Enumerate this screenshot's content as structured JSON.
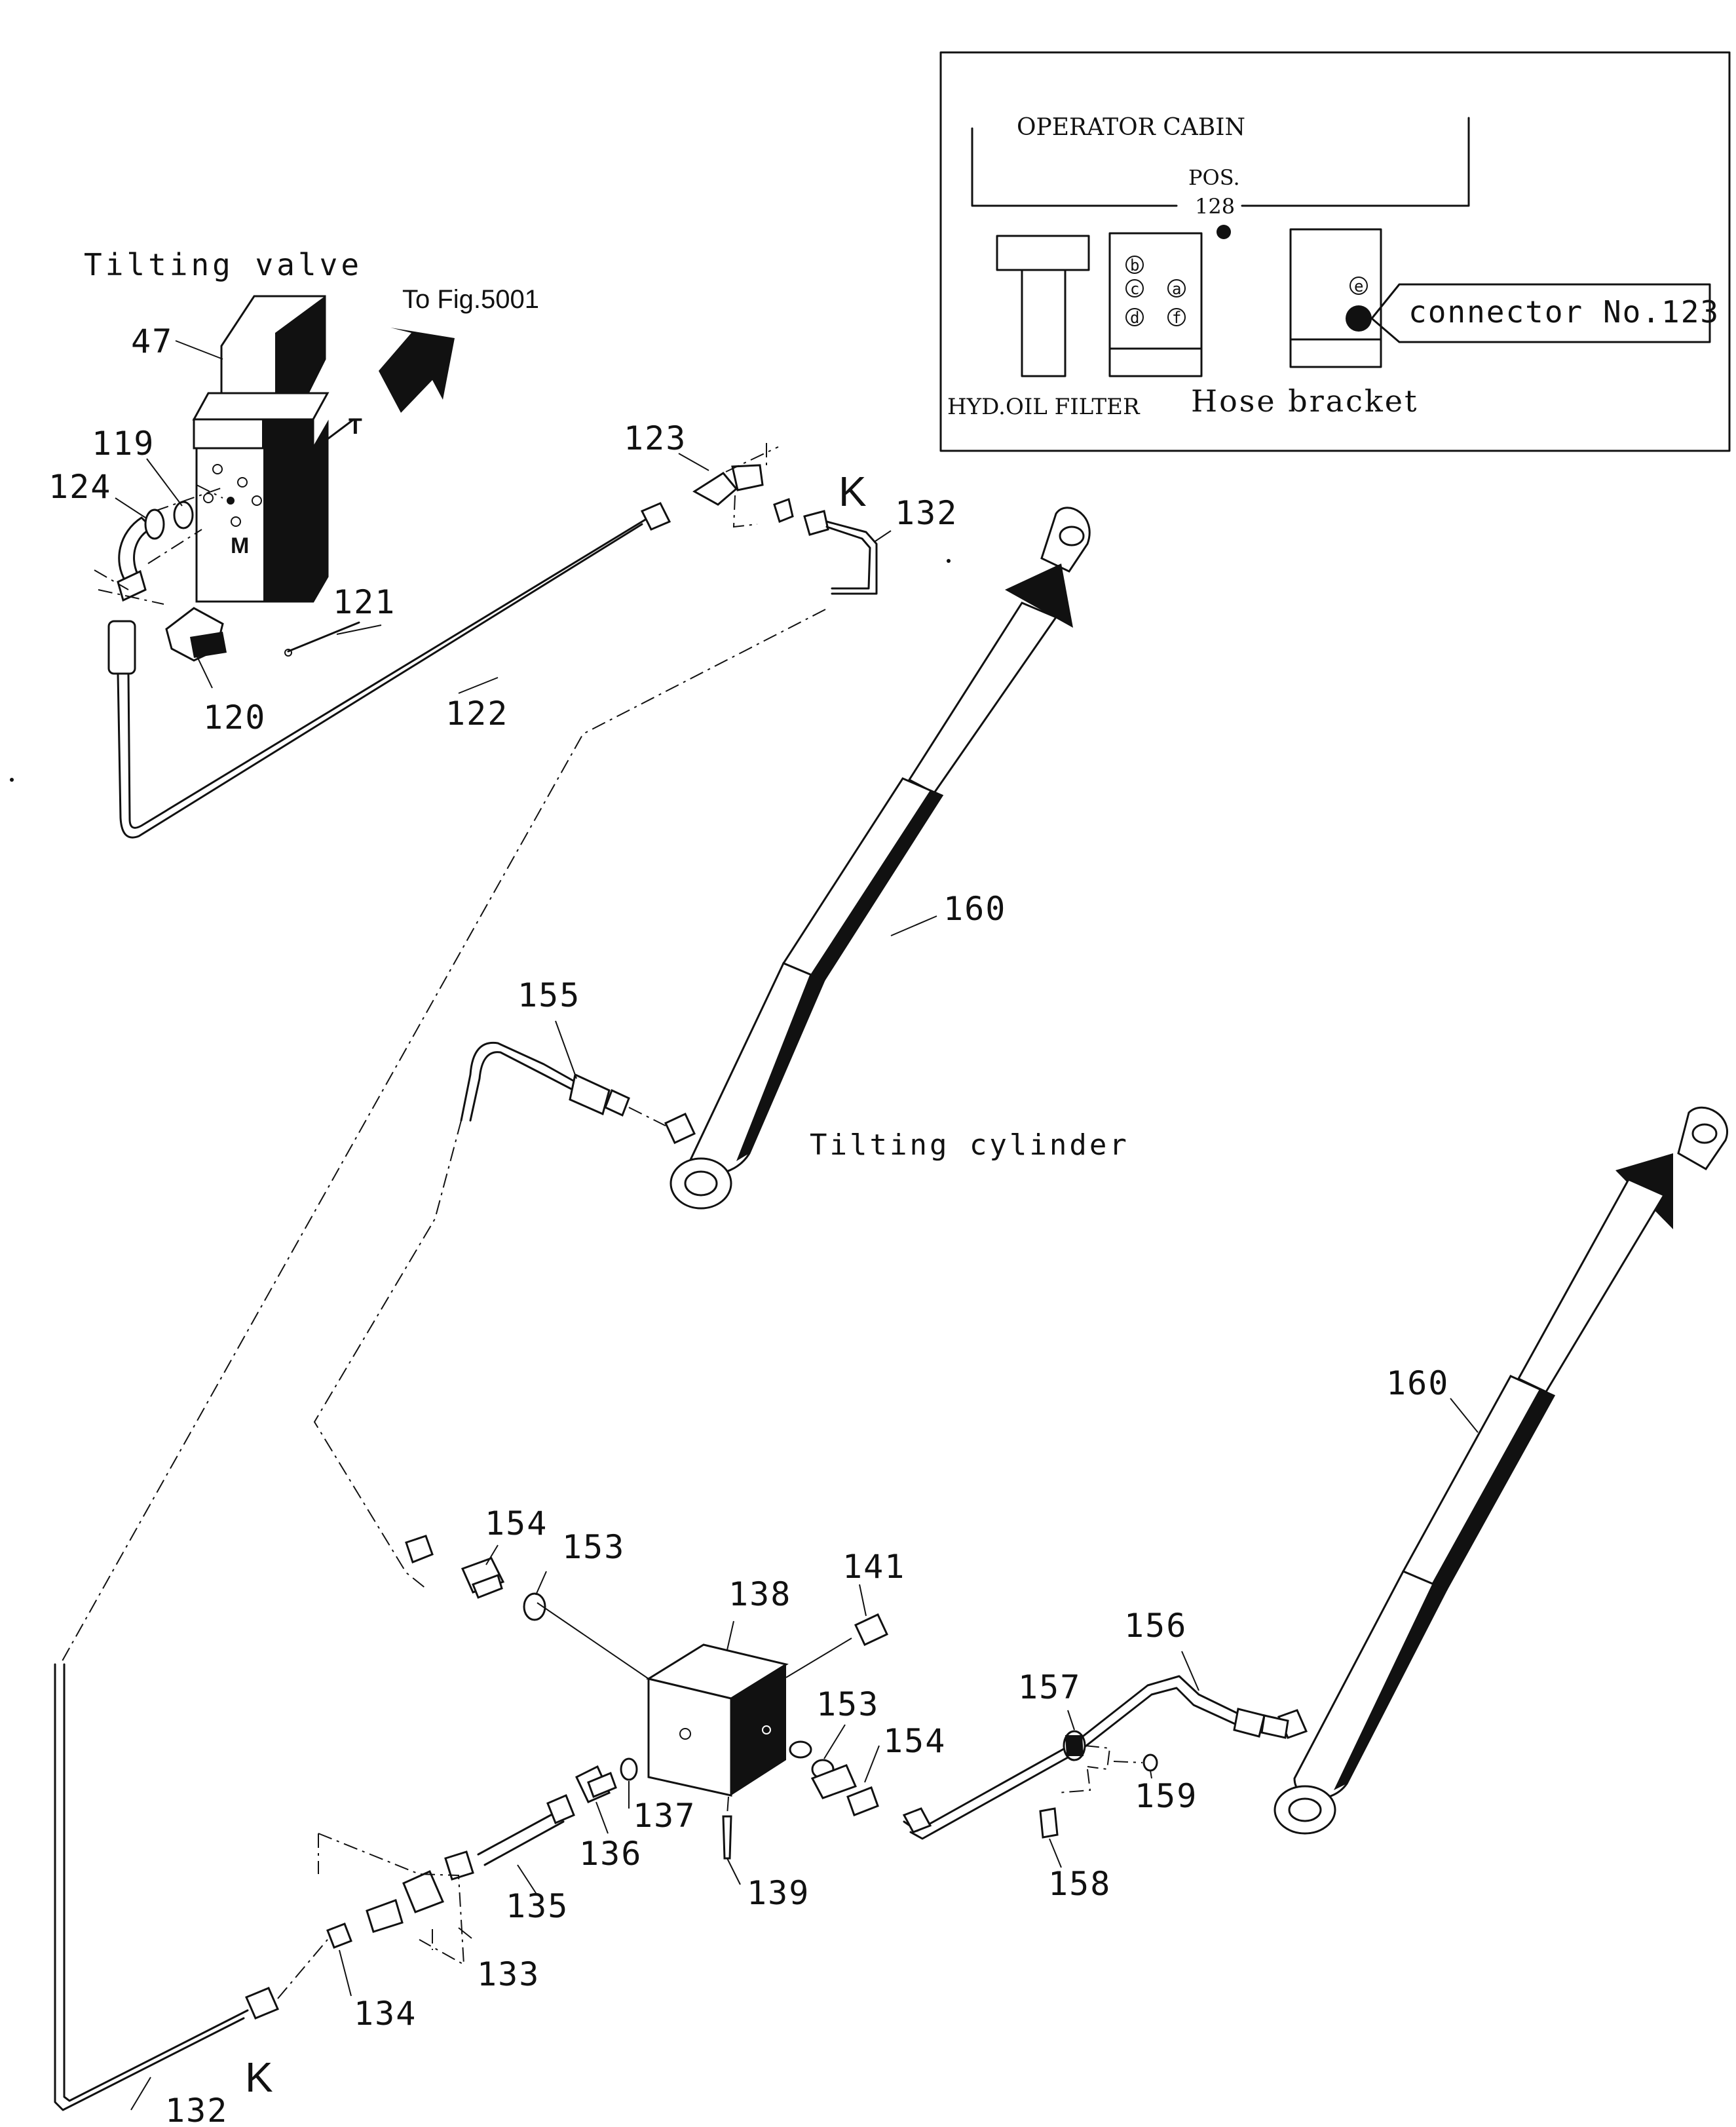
{
  "inset": {
    "cabin_title": "OPERATOR CABIN",
    "pos_label": "POS.",
    "pos_number": "128",
    "filter_label": "HYD.OIL FILTER",
    "bracket_label": "Hose bracket",
    "connector_label": "connector No.123",
    "bracket_letters": [
      "b",
      "c",
      "a",
      "d",
      "f"
    ],
    "connector_letter": "e"
  },
  "titles": {
    "tilting_valve": "Tilting valve",
    "to_fig": "To Fig.5001",
    "tilting_cylinder": "Tilting cylinder"
  },
  "valve_marks": {
    "t": "T",
    "m": "M"
  },
  "k_marks": [
    "K",
    "K"
  ],
  "callouts": {
    "p47": "47",
    "p119": "119",
    "p124": "124",
    "p120": "120",
    "p121": "121",
    "p122": "122",
    "p123": "123",
    "p132a": "132",
    "p160a": "160",
    "p155": "155",
    "p160b": "160",
    "p154a": "154",
    "p153a": "153",
    "p138": "138",
    "p141": "141",
    "p156": "156",
    "p157": "157",
    "p153b": "153",
    "p154b": "154",
    "p159": "159",
    "p137": "137",
    "p136": "136",
    "p135": "135",
    "p139": "139",
    "p158": "158",
    "p133": "133",
    "p134": "134",
    "p132b": "132"
  }
}
